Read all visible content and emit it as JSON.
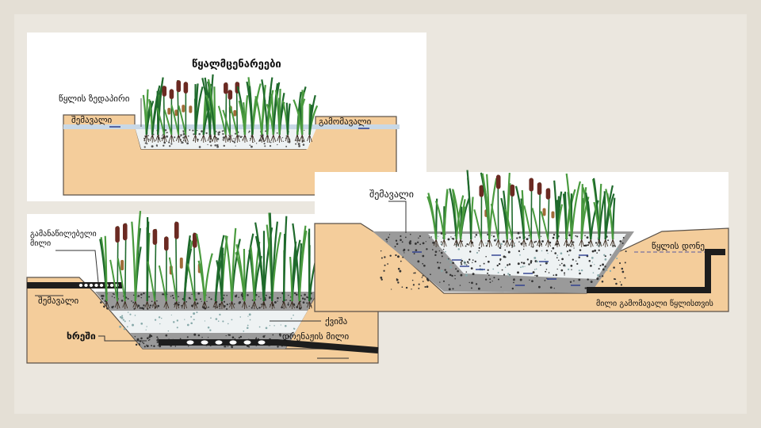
{
  "colors": {
    "background": "#e4dfd5",
    "panel": "#ffffff",
    "soil": "#f4cd9b",
    "soil_edge": "#5a5148",
    "gravel": "#9a9a9a",
    "sand": "#eef2f3",
    "water_line": "#c8d8e6",
    "pipe": "#1d1d1d",
    "reed_dark": "#1f6a2c",
    "reed_light": "#4a9b3f",
    "cattail": "#6b2a22",
    "cattail_young": "#a06b38"
  },
  "panel1": {
    "plants_label": "წყალმცენარეები",
    "water_surface_label": "წყლის ზედაპირი",
    "inlet_label": "შემავალი",
    "outlet_label": "გამომავალი"
  },
  "panel2": {
    "dist_pipe_label_line1": "გამანაწილებელი",
    "dist_pipe_label_line2": "მილი",
    "inlet_label": "შემავალი",
    "gravel_label": "ხრეში",
    "sand_label": "ქვიშა",
    "drain_pipe_label": "დრენაჟის მილი"
  },
  "panel3": {
    "inlet_label": "შემავალი",
    "water_level_label": "წყლის დონე",
    "outlet_pipe_label": "მილი გამომავალი წყლისთვის"
  }
}
